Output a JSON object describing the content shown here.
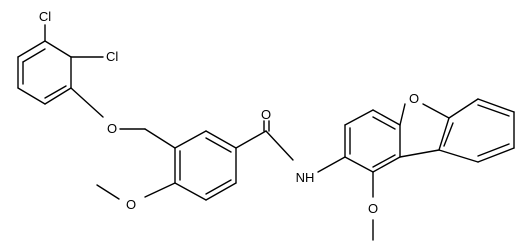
{
  "molecule": {
    "atoms": {
      "cl_upper": "Cl",
      "cl_lower": "Cl",
      "o_ether": "O",
      "o_methoxy_left": "O",
      "o_carbonyl": "O",
      "nh_amide": "NH",
      "o_furan": "O",
      "o_methoxy_right": "O"
    }
  },
  "colors": {
    "bond": "#000000",
    "label": "#000000",
    "background": "#ffffff"
  }
}
